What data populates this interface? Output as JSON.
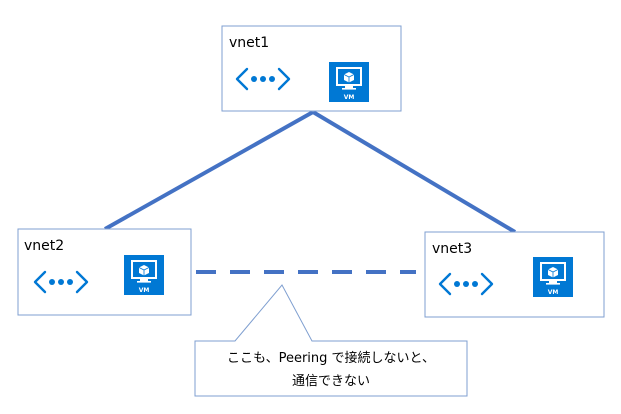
{
  "nodes": {
    "vnet1": {
      "label": "vnet1",
      "vm_label": "VM"
    },
    "vnet2": {
      "label": "vnet2",
      "vm_label": "VM"
    },
    "vnet3": {
      "label": "vnet3",
      "vm_label": "VM"
    }
  },
  "callout": {
    "line1": "ここも、Peering で接続しないと、",
    "line2": "通信できない"
  },
  "colors": {
    "peering_line": "#4472c4",
    "box_border": "#7f9fd0",
    "vm_tile": "#0078d4",
    "vnet_icon": "#0078d4"
  },
  "icons": [
    "vnet-icon",
    "vm-icon"
  ]
}
